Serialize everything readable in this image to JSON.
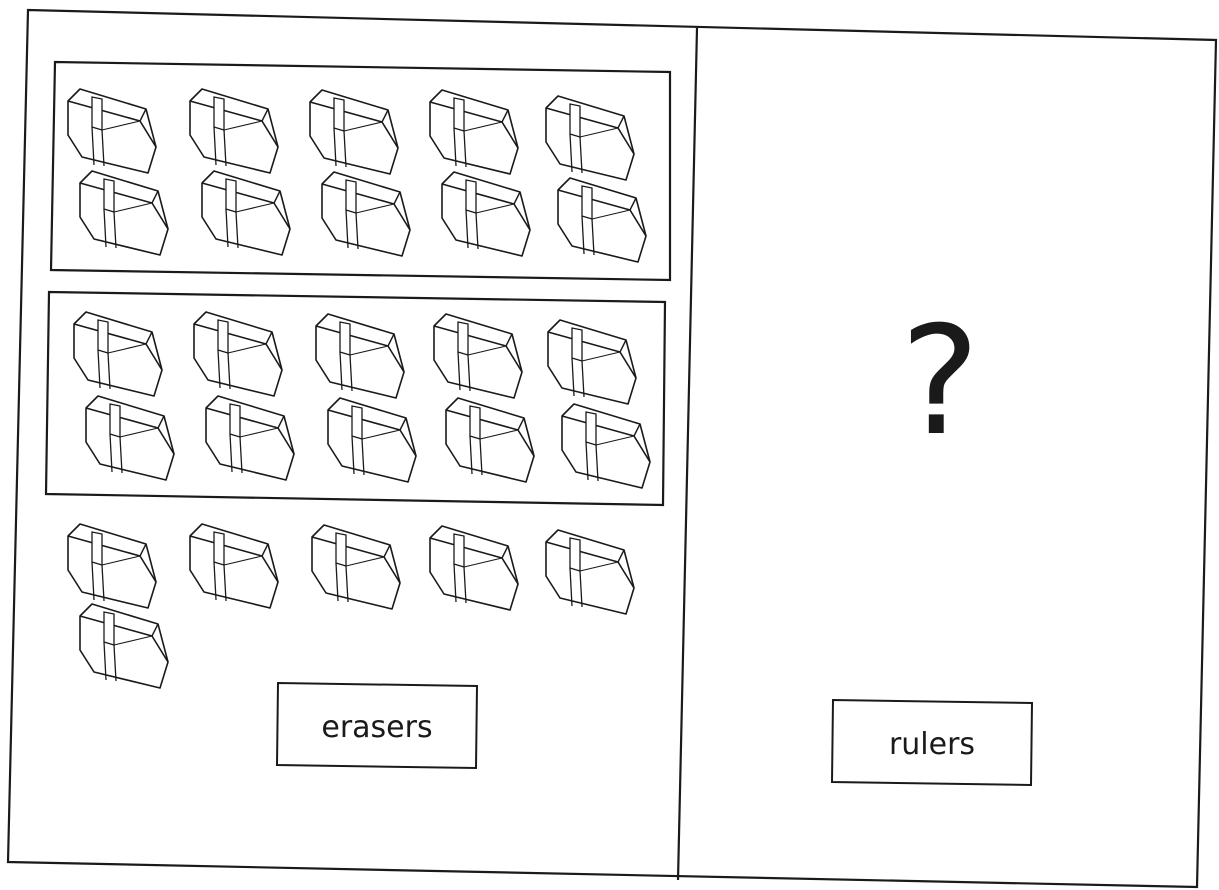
{
  "groups": [
    {
      "name": "ten-group-1",
      "count": 10
    },
    {
      "name": "ten-group-2",
      "count": 10
    },
    {
      "name": "loose",
      "count": 6
    }
  ],
  "left_panel": {
    "label": "erasers"
  },
  "right_panel": {
    "label": "rulers",
    "unknown": "?"
  },
  "icons": {
    "item": "eraser-icon"
  },
  "colors": {
    "ink": "#1a1a1a",
    "paper": "#ffffff"
  }
}
